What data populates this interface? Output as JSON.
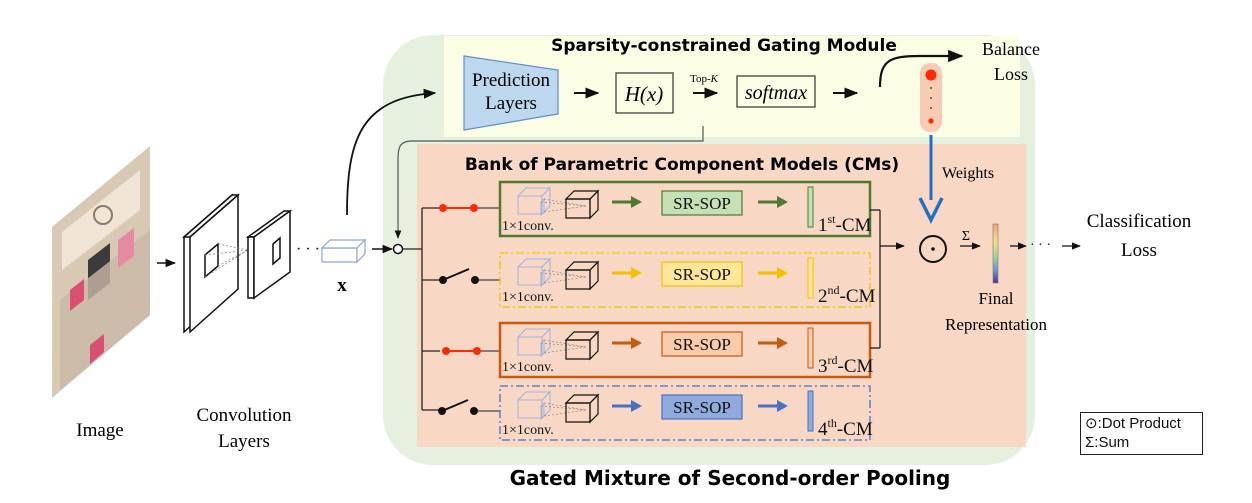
{
  "title": "Gated Mixture of Second-order Pooling",
  "input": {
    "image_label": "Image",
    "conv_label_line1": "Convolution",
    "conv_label_line2": "Layers",
    "feature_label": "x"
  },
  "gating_module": {
    "title": "Sparsity-constrained Gating Module",
    "prediction_line1": "Prediction",
    "prediction_line2": "Layers",
    "hx_label": "H(x)",
    "topk_label": "Top-",
    "topk_k": "K",
    "softmax_label": "softmax",
    "balance_loss_line1": "Balance",
    "balance_loss_line2": "Loss",
    "weights_label": "Weights"
  },
  "bank": {
    "title": "Bank of Parametric Component Models (CMs)",
    "conv_label": "1×1conv.",
    "sop_label": "SR-SOP",
    "components": [
      {
        "index": "1",
        "suffix": "st",
        "name": "-CM",
        "active": true,
        "color": "#4e7a2f",
        "fill": "#c5e0b4",
        "border_style": "solid"
      },
      {
        "index": "2",
        "suffix": "nd",
        "name": "-CM",
        "active": false,
        "color": "#f2c200",
        "fill": "#ffe699",
        "border_style": "dashdot"
      },
      {
        "index": "3",
        "suffix": "rd",
        "name": "-CM",
        "active": true,
        "color": "#c55a11",
        "fill": "#f8cbad",
        "border_style": "solid"
      },
      {
        "index": "4",
        "suffix": "th",
        "name": "-CM",
        "active": false,
        "color": "#4472c4",
        "fill": "#8faadc",
        "border_style": "dashdot"
      }
    ]
  },
  "output": {
    "sum_symbol": "Σ",
    "dot_symbol": "⊙",
    "final_line1": "Final",
    "final_line2": "Representation",
    "loss_line1": "Classification",
    "loss_line2": "Loss"
  },
  "legend": {
    "items": [
      {
        "symbol": "⊙",
        "text": ":Dot Product"
      },
      {
        "symbol": "Σ",
        "text": ":Sum"
      }
    ]
  },
  "colors": {
    "outer_bg": "#e6f0df",
    "gating_bg": "#fbfde4",
    "bank_bg": "#f8d8c5",
    "active_switch": "#ff2a00",
    "weights_arrow": "#1f70c1",
    "prediction_fill": "#bdd7ee"
  }
}
